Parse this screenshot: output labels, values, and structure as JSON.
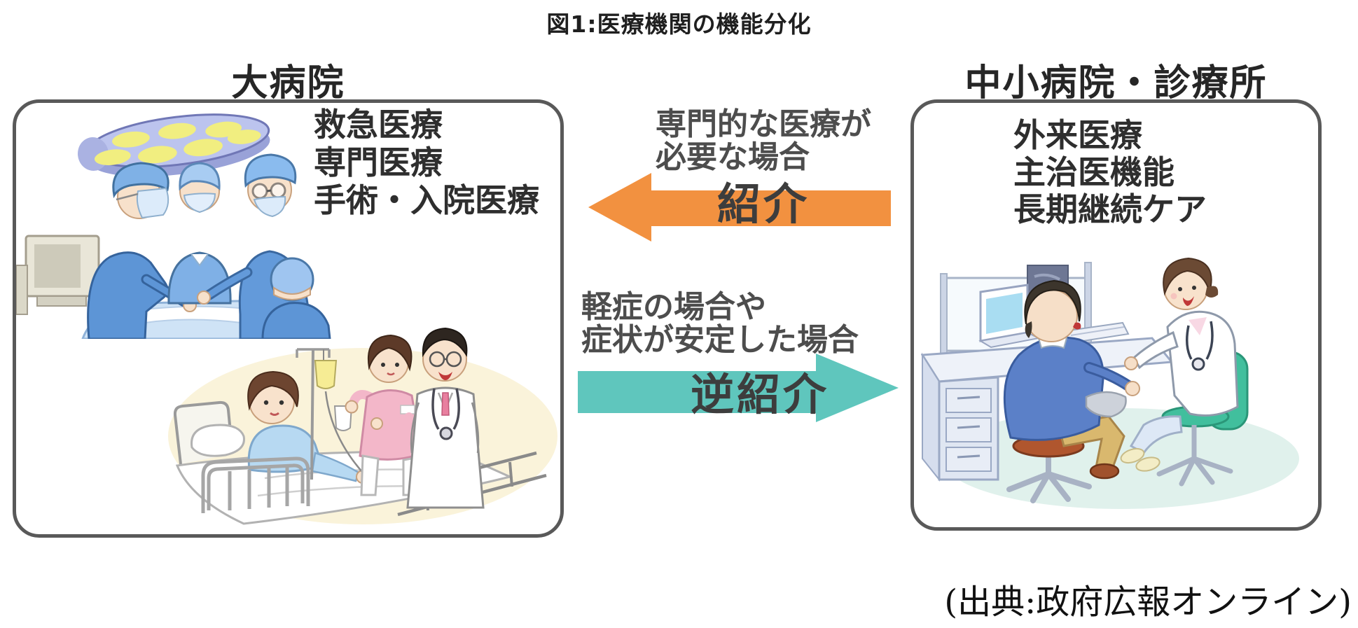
{
  "page": {
    "title": "図1:医療機関の機能分化",
    "source_caption": "(出典:政府広報オンライン)"
  },
  "large_hospital": {
    "title": "大病院",
    "functions": [
      "救急医療",
      "専門医療",
      "手術・入院医療"
    ],
    "illustrations": [
      "operating-room-scene",
      "inpatient-ward-scene"
    ]
  },
  "small_hospital": {
    "title": "中小病院・診療所",
    "functions": [
      "外来医療",
      "主治医機能",
      "長期継続ケア"
    ],
    "illustrations": [
      "outpatient-consultation-scene"
    ]
  },
  "referral": {
    "condition": [
      "専門的な医療が",
      "必要な場合"
    ],
    "label": "紹介",
    "direction": "right-to-left",
    "color": "#f29140"
  },
  "reverse_referral": {
    "condition": [
      "軽症の場合や",
      "症状が安定した場合"
    ],
    "label": "逆紹介",
    "direction": "left-to-right",
    "color": "#5fc6bd"
  },
  "colors": {
    "box_border": "#595959",
    "title_text": "#1f1f1f",
    "body_text": "#2e2e2e",
    "note_text": "#4d4d4d"
  }
}
